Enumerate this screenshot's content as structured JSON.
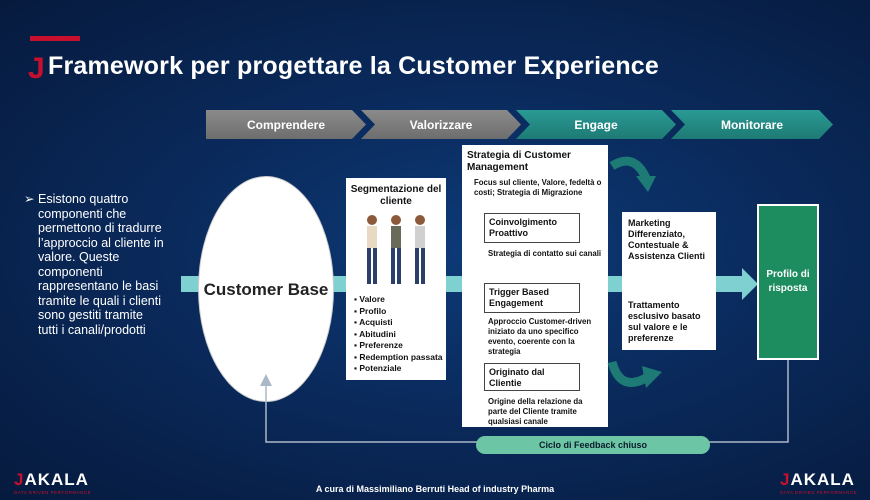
{
  "title": "Framework per progettare la Customer Experience",
  "title_mark": "J",
  "phases": [
    "Comprendere",
    "Valorizzare",
    "Engage",
    "Monitorare"
  ],
  "bullet": {
    "arrow": "➢",
    "text": "Esistono quattro componenti che permettono di tradurre l’approccio al cliente in valore. Queste componenti rappresentano le basi tramite le quali i clienti sono gestiti tramite tutti i canali/prodotti"
  },
  "customer_base": "Customer Base",
  "segmentation": {
    "title": "Segmentazione del cliente",
    "items": [
      "Valore",
      "Profilo",
      "Acquisti",
      "Abitudini",
      "Preferenze",
      "Redemption passata",
      "Potenziale"
    ]
  },
  "strategy": {
    "title": "Strategia di Customer Management",
    "subtitle": "Focus sul cliente, Valore, fedeltà o costi; Strategia di Migrazione",
    "blocks": [
      {
        "label": "Coinvolgimento Proattivo",
        "desc": "Strategia di contatto sui canali"
      },
      {
        "label": "Trigger Based Engagement",
        "desc": "Approccio Customer-driven iniziato da uno specifico evento, coerente con la strategia"
      },
      {
        "label": "Originato dal Clientie",
        "desc": "Origine della relazione da parte del Cliente tramite qualsiasi canale"
      }
    ]
  },
  "marketing": {
    "text1": "Marketing Differenziato, Contestuale & Assistenza Clienti",
    "text2": "Trattamento esclusivo basato sul valore e le preferenze"
  },
  "profile": "Profilo di risposta",
  "feedback": "Ciclo di Feedback chiuso",
  "logo": {
    "mark": "J",
    "name": "AKALA",
    "tagline": "DATA DRIVEN PERFORMANCE"
  },
  "footer": "A cura di Massimiliano Berruti Head of industry Pharma",
  "colors": {
    "accent": "#c8102e",
    "teal": "#2a9a94",
    "gray": "#7a7a7a",
    "profile_green": "#1d8c5e",
    "feedback": "#6cc6a6"
  }
}
